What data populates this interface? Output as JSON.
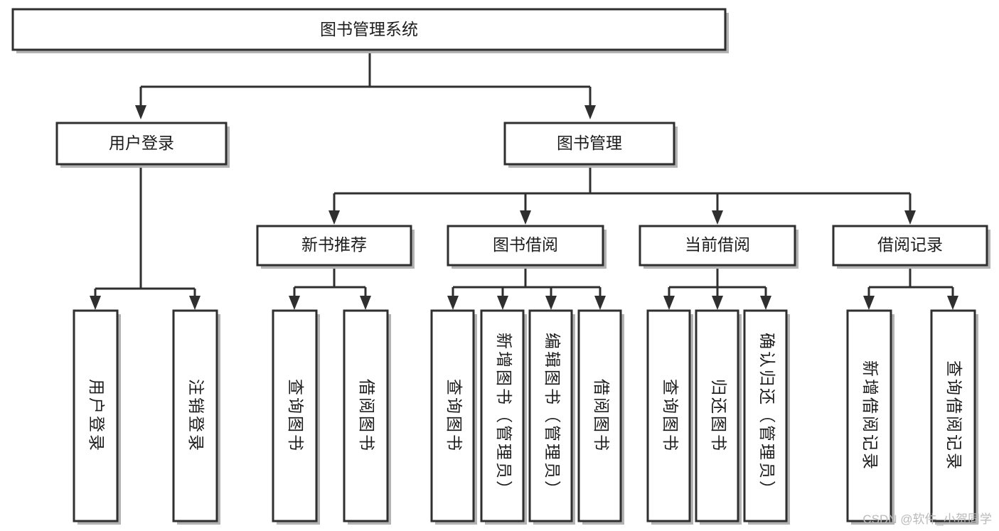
{
  "diagram": {
    "type": "tree-hierarchy-diagram",
    "title": "图书管理系统",
    "watermark": "CSDN @软件_小贺同学",
    "colors": {
      "box_fill": "#ffffff",
      "box_stroke": "#2f2f2f",
      "text": "#1c1c1c",
      "shadow": "#b3b3b3",
      "watermark": "#b9b9b9",
      "background": "#ffffff"
    },
    "nodes": {
      "root": {
        "label": "图书管理系统",
        "orientation": "horizontal"
      },
      "level2": [
        {
          "id": "user-login",
          "label": "用户登录",
          "orientation": "horizontal"
        },
        {
          "id": "book-management",
          "label": "图书管理",
          "orientation": "horizontal"
        }
      ],
      "level3": [
        {
          "id": "new-book-recommend",
          "label": "新书推荐",
          "orientation": "horizontal"
        },
        {
          "id": "book-borrow",
          "label": "图书借阅",
          "orientation": "horizontal"
        },
        {
          "id": "current-borrow",
          "label": "当前借阅",
          "orientation": "horizontal"
        },
        {
          "id": "borrow-record",
          "label": "借阅记录",
          "orientation": "horizontal"
        }
      ],
      "leaves": [
        {
          "id": "leaf-user-login",
          "label": "用户登录",
          "parent": "user-login",
          "orientation": "vertical"
        },
        {
          "id": "leaf-user-logout",
          "label": "注销登录",
          "parent": "user-login",
          "orientation": "vertical"
        },
        {
          "id": "leaf-query-book-1",
          "label": "查询图书",
          "parent": "new-book-recommend",
          "orientation": "vertical"
        },
        {
          "id": "leaf-borrow-book-1",
          "label": "借阅图书",
          "parent": "new-book-recommend",
          "orientation": "vertical"
        },
        {
          "id": "leaf-query-book-2",
          "label": "查询图书",
          "parent": "book-borrow",
          "orientation": "vertical"
        },
        {
          "id": "leaf-add-book",
          "label": "新增图书（管理员）",
          "parent": "book-borrow",
          "orientation": "vertical"
        },
        {
          "id": "leaf-edit-book",
          "label": "编辑图书（管理员）",
          "parent": "book-borrow",
          "orientation": "vertical"
        },
        {
          "id": "leaf-borrow-book-2",
          "label": "借阅图书",
          "parent": "book-borrow",
          "orientation": "vertical"
        },
        {
          "id": "leaf-query-book-3",
          "label": "查询图书",
          "parent": "current-borrow",
          "orientation": "vertical"
        },
        {
          "id": "leaf-return-book",
          "label": "归还图书",
          "parent": "current-borrow",
          "orientation": "vertical"
        },
        {
          "id": "leaf-confirm-return",
          "label": "确认归还（管理员）",
          "parent": "current-borrow",
          "orientation": "vertical"
        },
        {
          "id": "leaf-add-record",
          "label": "新增借阅记录",
          "parent": "borrow-record",
          "orientation": "vertical"
        },
        {
          "id": "leaf-query-record",
          "label": "查询借阅记录",
          "parent": "borrow-record",
          "orientation": "vertical"
        }
      ]
    }
  }
}
